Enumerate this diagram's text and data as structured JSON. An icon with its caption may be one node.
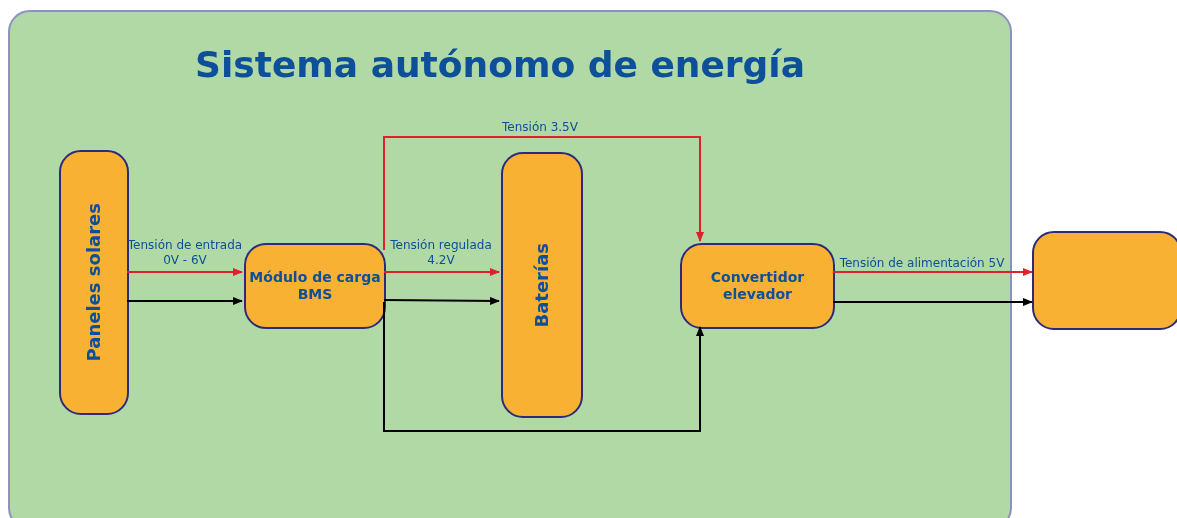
{
  "diagram": {
    "title": "Sistema autónomo de energía",
    "nodes": [
      {
        "text": [],
        "shape": "box"
      },
      {
        "text": [
          "Paneles solares"
        ],
        "in": 0
      },
      {
        "text": [
          "Módulo de carga BMS"
        ],
        "in": 0
      },
      {
        "text": [
          "Baterías"
        ],
        "in": 0
      },
      {
        "text": [
          "Convertidor elevador"
        ],
        "in": 0
      },
      {
        "text": [],
        "shape": "box"
      }
    ],
    "edges": [
      {
        "from": 1,
        "to": 2,
        "arrow": "to",
        "label": "Tensión de entrada 0V - 6V"
      },
      {
        "from": 1,
        "to": 2,
        "arrow": "to",
        "color": "#000000"
      },
      {
        "from": 2,
        "to": 3,
        "arrow": "to",
        "label": "Tensión regulada 4.2V"
      },
      {
        "from": 2,
        "to": 3,
        "arrow": "to",
        "color": "#000000"
      },
      {
        "from": 2,
        "to": 4,
        "arrow": "to",
        "label": "Tensión 3.5V"
      },
      {
        "from": 2,
        "to": 4,
        "arrow": "to",
        "color": "#000000"
      },
      {
        "from": 4,
        "to": 5,
        "arrow": "to",
        "label": "Tensión de alimentación 5V"
      },
      {
        "from": 4,
        "to": 5,
        "arrow": "to",
        "color": "#000000"
      }
    ]
  }
}
